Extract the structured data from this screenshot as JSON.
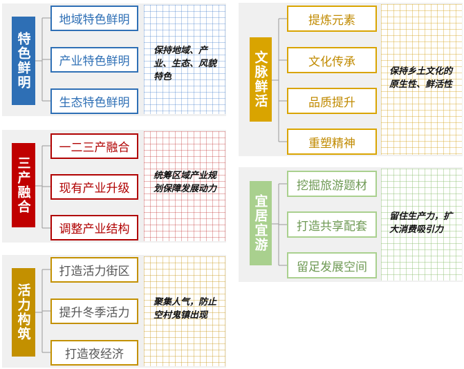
{
  "groups": [
    {
      "category": "特色鲜明",
      "items": [
        "地域特色鲜明",
        "产业特色鲜明",
        "生态特色鲜明"
      ],
      "note": "保持地域、产业、生态、风貌特色",
      "color": "#2e6fb5"
    },
    {
      "category": "三产融合",
      "items": [
        "一二三产融合",
        "现有产业升级",
        "调整产业结构"
      ],
      "note": "统筹区域产业规划保障发展动力",
      "color": "#c00000"
    },
    {
      "category": "活力构筑",
      "items": [
        "打造活力街区",
        "提升冬季活力",
        "打造夜经济"
      ],
      "note": "聚集人气，防止空村鬼镇出现",
      "color": "#c39000"
    },
    {
      "category": "文脉鲜活",
      "items": [
        "提炼元素",
        "文化传承",
        "品质提升",
        "重塑精神"
      ],
      "note": "保持乡土文化的原生性、鲜活性",
      "color": "#d9a400"
    },
    {
      "category": "宜居宜游",
      "items": [
        "挖掘旅游题材",
        "打造共享配套",
        "留足发展空间"
      ],
      "note": "留住生产力，扩大消费吸引力",
      "color": "#a9d08e"
    }
  ]
}
